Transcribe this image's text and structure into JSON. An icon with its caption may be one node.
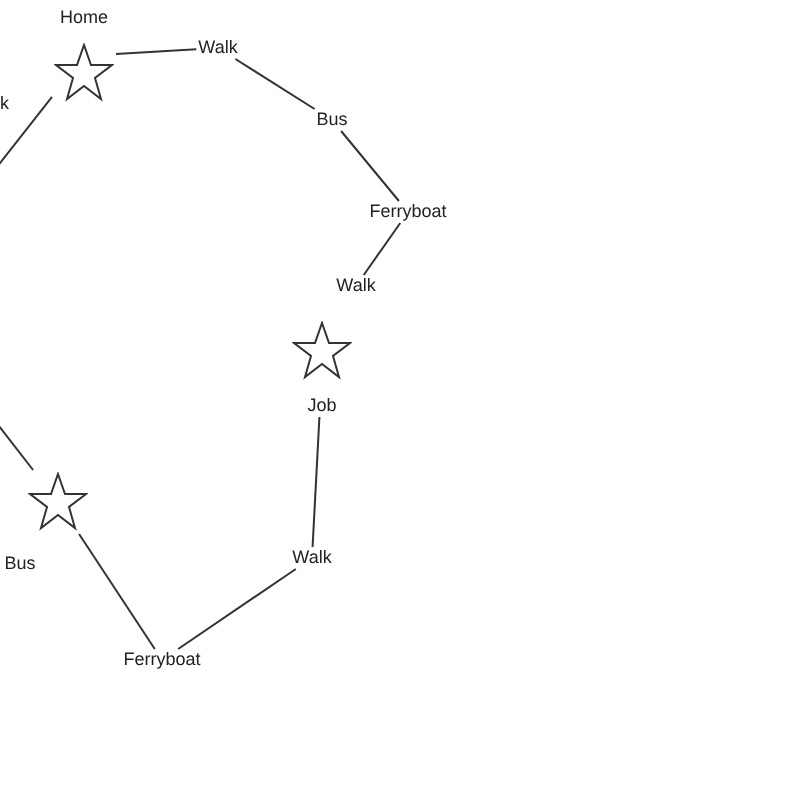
{
  "diagram": {
    "nodes": [
      {
        "text": [
          "Home"
        ]
      },
      {
        "text": [
          "Walk"
        ]
      },
      {
        "text": [
          "Bus"
        ]
      },
      {
        "text": [
          "Ferryboat"
        ]
      },
      {
        "text": [
          "Walk"
        ]
      },
      {
        "text": [
          "Job"
        ]
      },
      {
        "text": [
          "Walk"
        ]
      },
      {
        "text": [
          "Ferryboat"
        ]
      },
      {
        "text": [
          "Bus"
        ]
      },
      {
        "text": [],
        "shape": "star"
      }
    ],
    "edges": [
      {
        "from": 0,
        "to": 1,
        "arrow": "none"
      },
      {
        "from": 1,
        "to": 2,
        "arrow": "none"
      },
      {
        "from": 2,
        "to": 3,
        "arrow": "none"
      },
      {
        "from": 3,
        "to": 4,
        "arrow": "none"
      },
      {
        "from": 5,
        "to": 6,
        "arrow": "none"
      },
      {
        "from": 6,
        "to": 7,
        "arrow": "none"
      },
      {
        "from": 7,
        "to": 9,
        "arrow": "none"
      },
      {
        "from": 0,
        "to": null,
        "arrow": "none"
      },
      {
        "from": null,
        "to": 9,
        "arrow": "none"
      }
    ],
    "labels": [
      "k"
    ]
  }
}
